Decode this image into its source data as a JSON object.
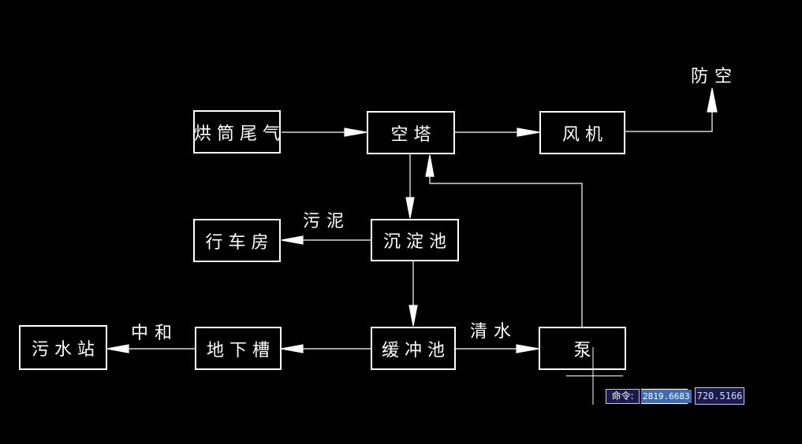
{
  "colors": {
    "background": "#000000",
    "stroke": "#ffffff",
    "panel": "#1a1a50",
    "panel_border": "#c9c9de",
    "panel_text": "#d8d8f2",
    "highlight": "#3e6db6"
  },
  "diagram": {
    "nodes": [
      {
        "label": "烘筒尾气"
      },
      {
        "label": "空塔"
      },
      {
        "label": "风机"
      },
      {
        "label": "行车房"
      },
      {
        "label": "沉淀池"
      },
      {
        "label": "污水站"
      },
      {
        "label": "地下槽"
      },
      {
        "label": "缓冲池"
      },
      {
        "label": "泵"
      }
    ],
    "labels": {
      "vent": "防空",
      "sludge": "污泥",
      "neutralize": "中和",
      "clear_water": "清水"
    }
  },
  "command_bar": {
    "prompt": "命令:",
    "coord_x": "2819.6683",
    "coord_y": "720.5166"
  }
}
